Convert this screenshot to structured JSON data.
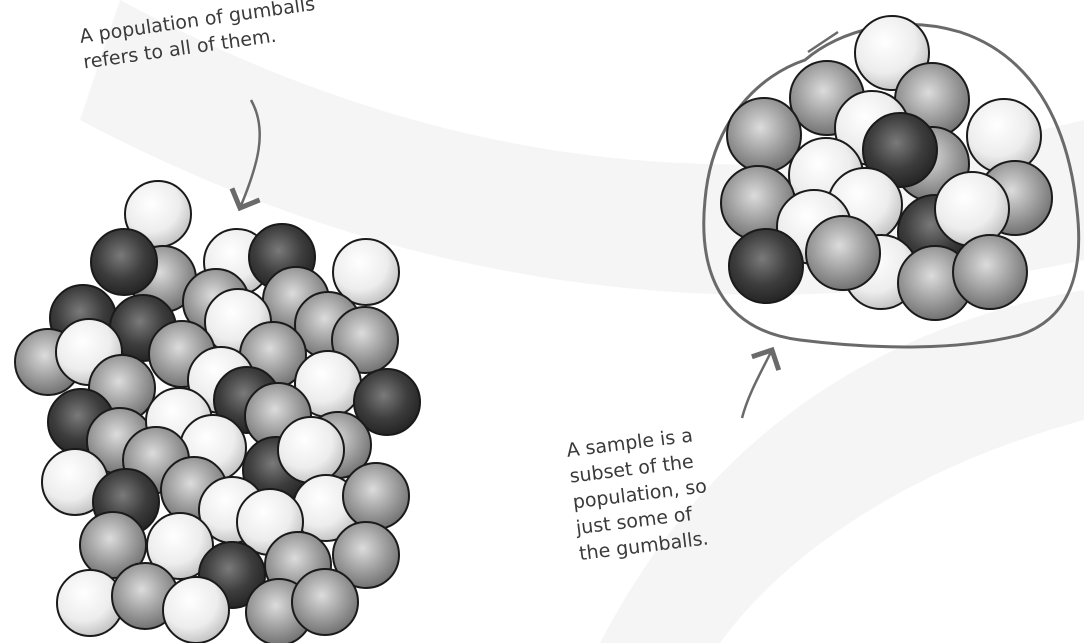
{
  "population_note": {
    "lines": [
      "A population of gumballs",
      "refers to all of them."
    ]
  },
  "sample_note": {
    "lines": [
      "A sample is a",
      "subset of the",
      "population, so",
      "just some of",
      "the gumballs."
    ]
  },
  "colors": {
    "background": "#ffffff",
    "light_gumball": "#e8e8e8",
    "mid_gumball": "#9a9a9a",
    "dark_gumball": "#3c3c3c",
    "outline": "#1a1a1a",
    "annotation": "#6a6a6a"
  }
}
